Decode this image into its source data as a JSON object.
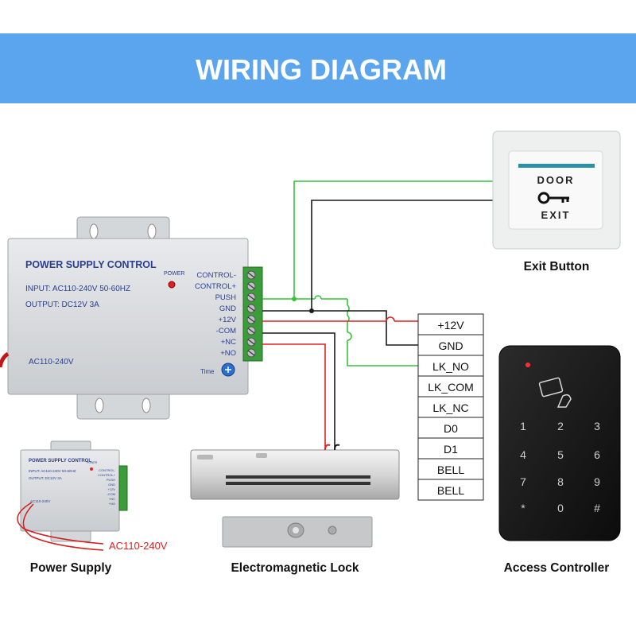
{
  "header": {
    "title": "WIRING DIAGRAM",
    "color": "#5aa5ee"
  },
  "psu": {
    "title": "POWER SUPPLY CONTROL",
    "input": "INPUT: AC110-240V 50-60HZ",
    "output": "OUTPUT: DC12V  3A",
    "ac_label": "AC110-240V",
    "power_label": "POWER",
    "time_label": "Time",
    "terminals": [
      "CONTROL-",
      "CONTROL+",
      "PUSH",
      "GND",
      "+12V",
      "-COM",
      "+NC",
      "+NO"
    ]
  },
  "exit_button": {
    "line1": "DOOR",
    "line2": "EXIT",
    "caption": "Exit Button"
  },
  "controller": {
    "caption": "Access Controller",
    "terminals": [
      "+12V",
      "GND",
      "LK_NO",
      "LK_COM",
      "LK_NC",
      "D0",
      "D1",
      "BELL",
      "BELL"
    ],
    "keys": [
      "1",
      "2",
      "3",
      "4",
      "5",
      "6",
      "7",
      "8",
      "9",
      "*",
      "0",
      "#"
    ]
  },
  "small_psu": {
    "title": "POWER SUPPLY CONTROL",
    "input": "INPUT: AC110-240V 50-60HZ",
    "output": "OUTPUT: DC12V  3A",
    "ac_label": "AC110-240V",
    "power_label": "POWER",
    "terminals": [
      "CONTROL-",
      "CONTROL+",
      "PUSH",
      "GND",
      "+12V",
      "-COM",
      "+NC",
      "+NO"
    ],
    "ac_callout": "AC110-240V",
    "caption": "Power Supply"
  },
  "lock": {
    "caption": "Electromagnetic Lock"
  },
  "colors": {
    "green": "#35c43a",
    "black": "#1a1a1a",
    "red": "#e02020",
    "psu_blue": "#2a3f8f",
    "terminal_green": "#3a9d3a"
  }
}
